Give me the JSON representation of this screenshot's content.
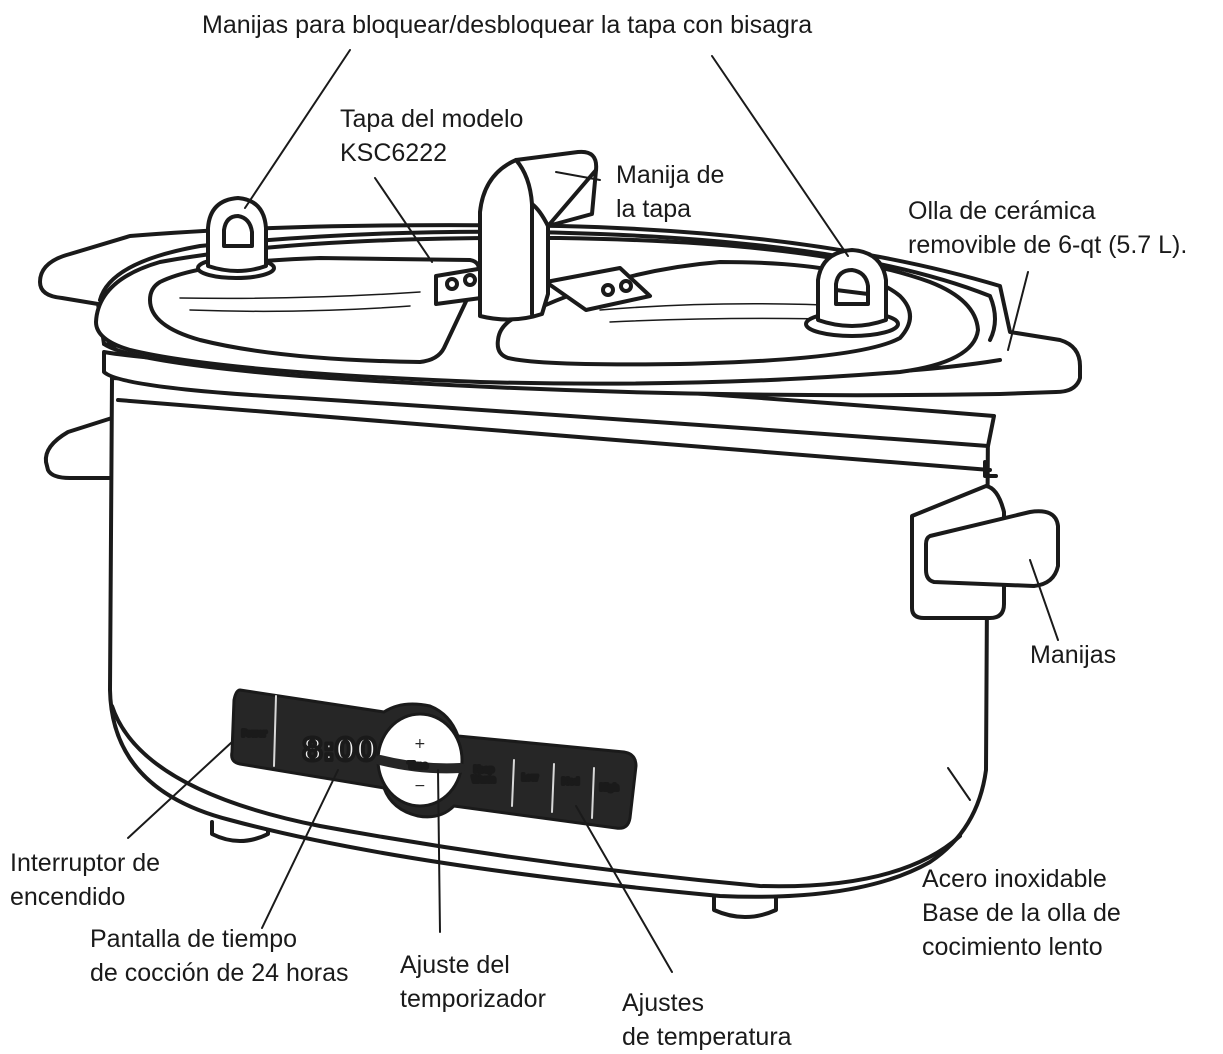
{
  "labels": {
    "lock_handles": "Manijas para bloquear/desbloquear la tapa con bisagra",
    "lid_model": [
      "Tapa del modelo",
      "KSC6222"
    ],
    "lid_handle": [
      "Manija de",
      "la tapa"
    ],
    "ceramic_pot": [
      "Olla de cerámica",
      "removible de 6-qt (5.7 L)."
    ],
    "handles": "Manijas",
    "power_switch": [
      "Interruptor de",
      "encendido"
    ],
    "time_display": [
      "Pantalla de tiempo",
      "de cocción de 24 horas"
    ],
    "timer_setting": [
      "Ajuste del",
      "temporizador"
    ],
    "temp_settings": [
      "Ajustes",
      "de temperatura"
    ],
    "stainless_base": [
      "Acero inoxidable",
      "Base de la olla de",
      "cocimiento lento"
    ]
  },
  "panel": {
    "power": "Power",
    "display": "8:00",
    "plus": "+",
    "minus": "−",
    "time": "Time",
    "keep_warm": [
      "Keep",
      "Warm"
    ],
    "low": "Low",
    "med": "Med",
    "high": "High"
  },
  "colors": {
    "line": "#1a1a1a",
    "panel": "#262626",
    "fill": "#ffffff"
  }
}
